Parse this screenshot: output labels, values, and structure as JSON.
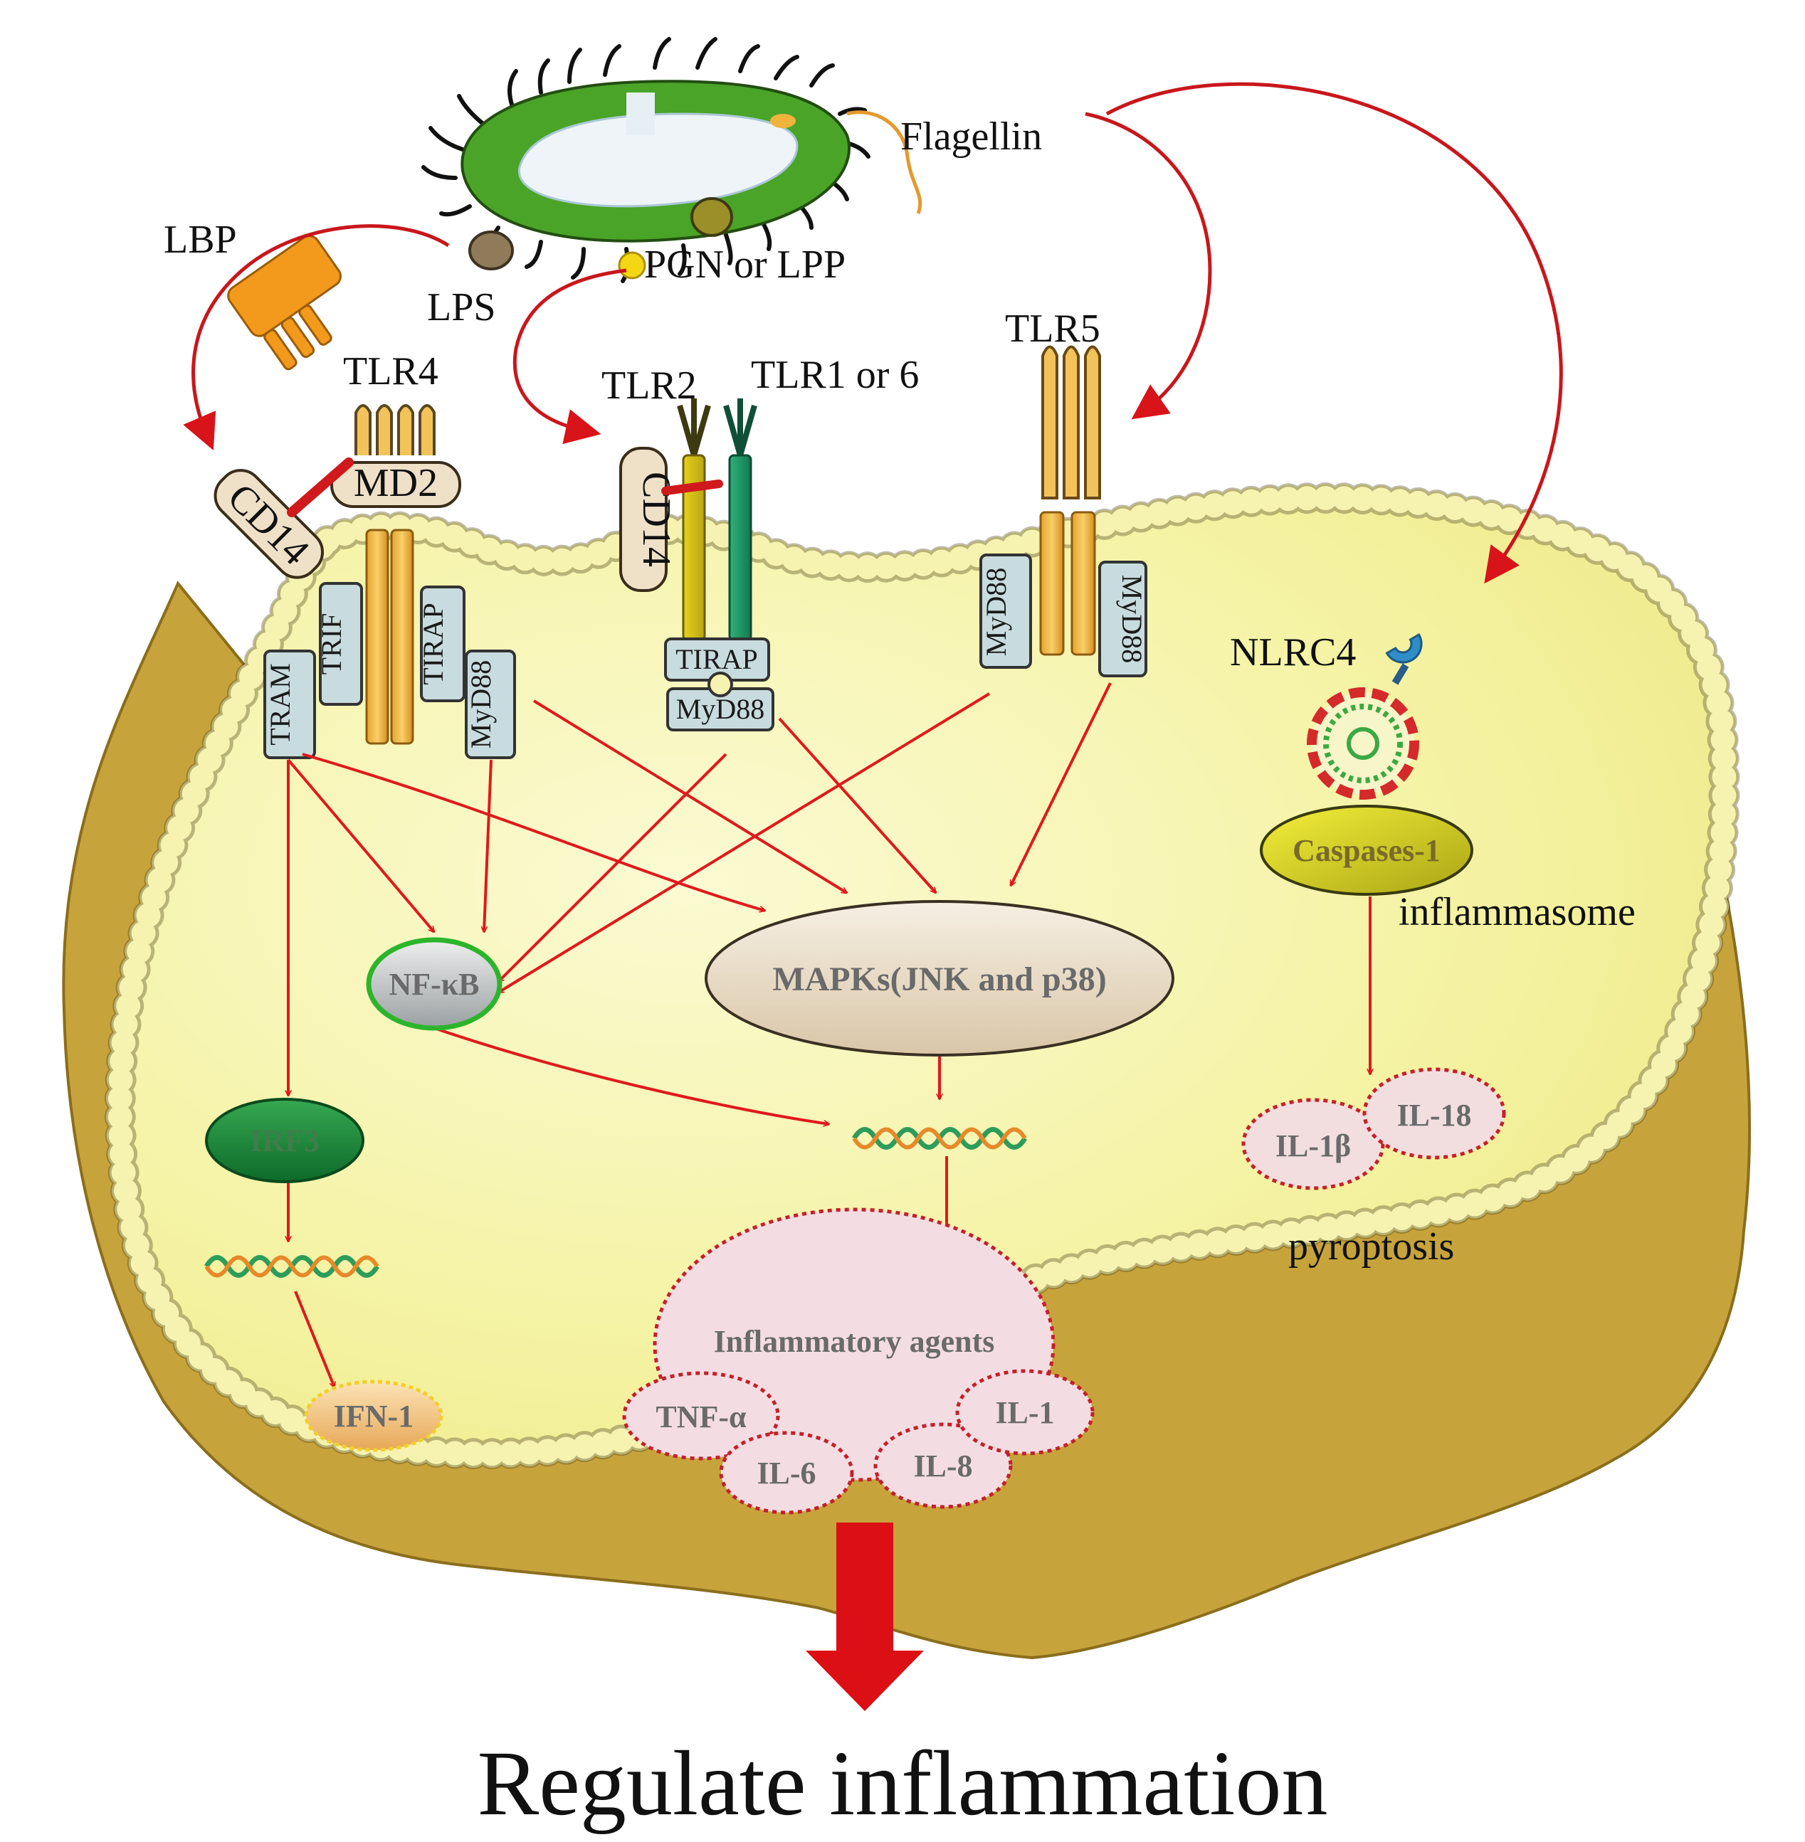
{
  "labels": {
    "lbp": "LBP",
    "lps": "LPS",
    "pgn_lpp": "PGN or LPP",
    "flagellin": "Flagellin",
    "tlr4": "TLR4",
    "md2": "MD2",
    "cd14_left": "CD14",
    "tlr2": "TLR2",
    "tlr1_6": "TLR1 or 6",
    "cd14_mid": "CD14",
    "tlr5": "TLR5",
    "nlrc4": "NLRC4",
    "inflammasome": "inflammasome",
    "pyroptosis": "pyroptosis"
  },
  "adaptors": {
    "trif": "TRIF",
    "tram": "TRAM",
    "tirap_left": "TIRAP",
    "myd88_left": "MyD88",
    "tirap_mid": "TIRAP",
    "myd88_mid": "MyD88",
    "myd88_tlr5_left": "MyD88",
    "myd88_tlr5_right": "MyD88"
  },
  "nodes": {
    "nfkb": "NF-κB",
    "mapks": "MAPKs(JNK and p38)",
    "irf3": "IRF3",
    "ifn1": "IFN-1",
    "caspase1": "Caspases-1",
    "il1b": "IL-1β",
    "il18": "IL-18",
    "inflammatory_agents": "Inflammatory agents",
    "tnfa": "TNF-α",
    "il6": "IL-6",
    "il8": "IL-8",
    "il1": "IL-1"
  },
  "title": "Regulate inflammation",
  "colors": {
    "arrow": "#e0191c",
    "cytoplasm": "#f6f4a6",
    "cell_base": "#c9a43d",
    "membrane_blue": "#8e9ccc",
    "membrane_bead": "#f3efa8",
    "receptor": "#e9a830",
    "adaptor": "#c9dde0",
    "bacterium_green": "#4ea82a",
    "irf3_green": "#1f8a3c",
    "caspase_yellow": "#d8d21e"
  }
}
